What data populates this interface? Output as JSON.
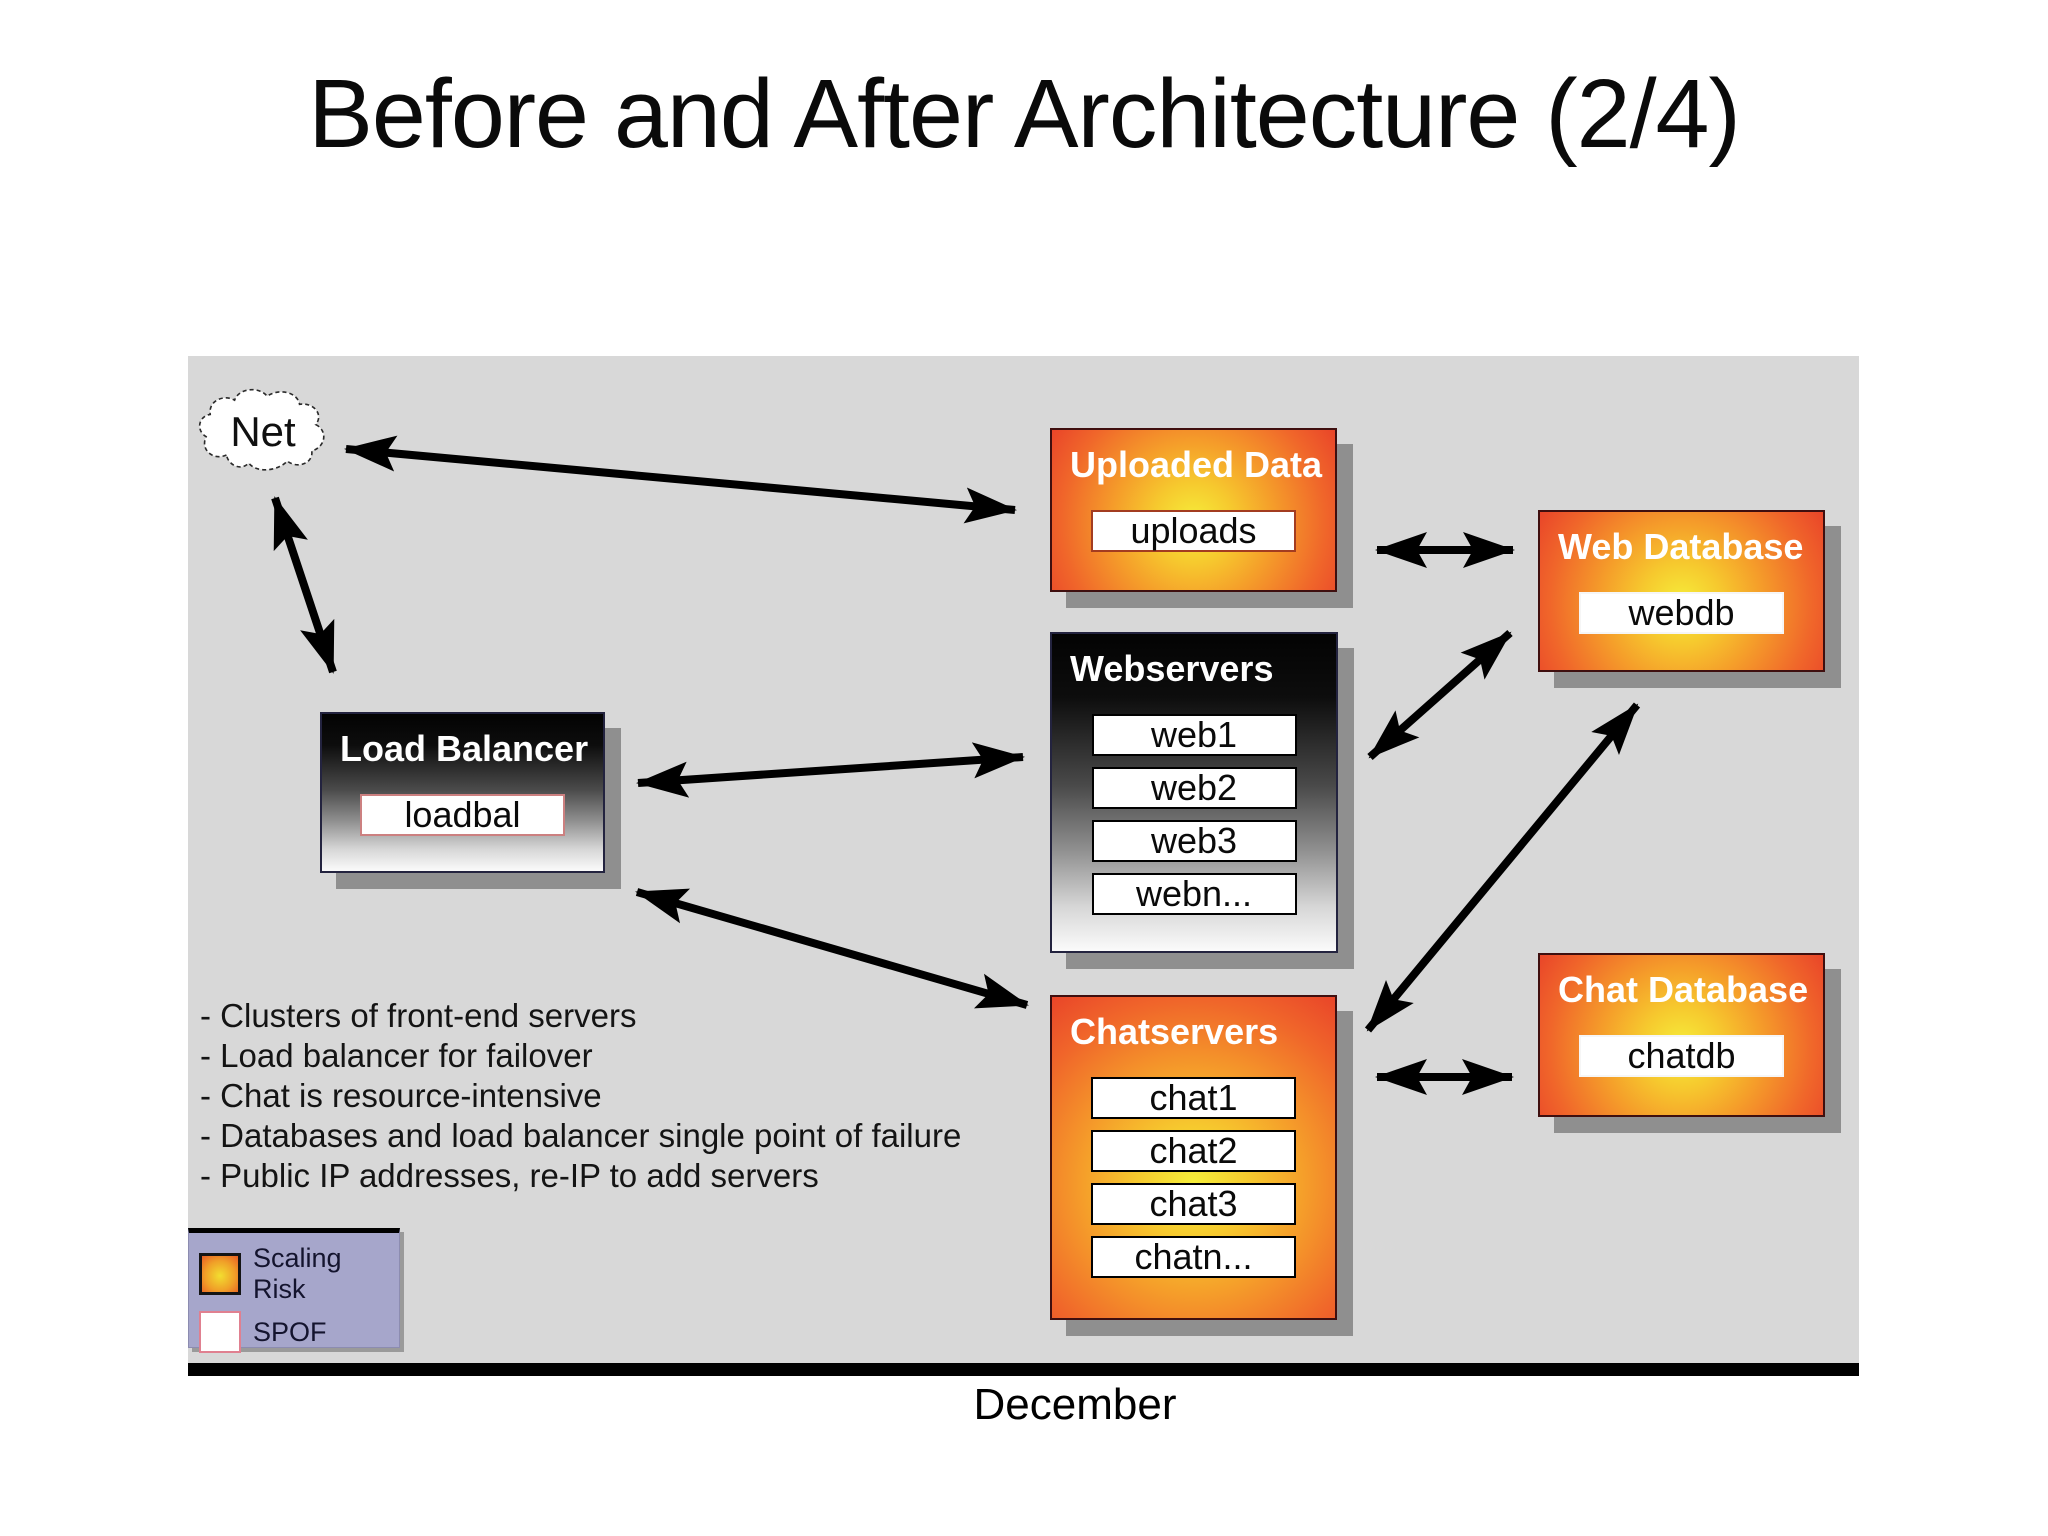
{
  "slide": {
    "title": "Before and After Architecture (2/4)",
    "caption": "December"
  },
  "diagram": {
    "cloud": {
      "label": "Net"
    },
    "nodes": {
      "load_balancer": {
        "title": "Load Balancer",
        "items": [
          "loadbal"
        ]
      },
      "uploaded_data": {
        "title": "Uploaded Data",
        "items": [
          "uploads"
        ]
      },
      "webservers": {
        "title": "Webservers",
        "items": [
          "web1",
          "web2",
          "web3",
          "webn..."
        ]
      },
      "chatservers": {
        "title": "Chatservers",
        "items": [
          "chat1",
          "chat2",
          "chat3",
          "chatn..."
        ]
      },
      "web_database": {
        "title": "Web Database",
        "items": [
          "webdb"
        ]
      },
      "chat_database": {
        "title": "Chat Database",
        "items": [
          "chatdb"
        ]
      }
    },
    "notes": [
      "- Clusters of front-end servers",
      "- Load balancer for failover",
      "- Chat is resource-intensive",
      "- Databases and load balancer single point of failure",
      "- Public IP addresses, re-IP to add servers"
    ],
    "legend": [
      {
        "label": "Scaling Risk",
        "swatch": "scaling-risk"
      },
      {
        "label": "SPOF",
        "swatch": "spof"
      }
    ],
    "colors": {
      "panel_bg": "#d8d8d8",
      "arrow": "#000000",
      "risk_gradient_center": "#f6ee3a",
      "risk_gradient_edge": "#ea4429",
      "dark_gradient_top": "#000000",
      "dark_gradient_bottom": "#ffffff",
      "legend_bg": "#a6a6cb",
      "shadow": "#8f8f8f"
    }
  }
}
